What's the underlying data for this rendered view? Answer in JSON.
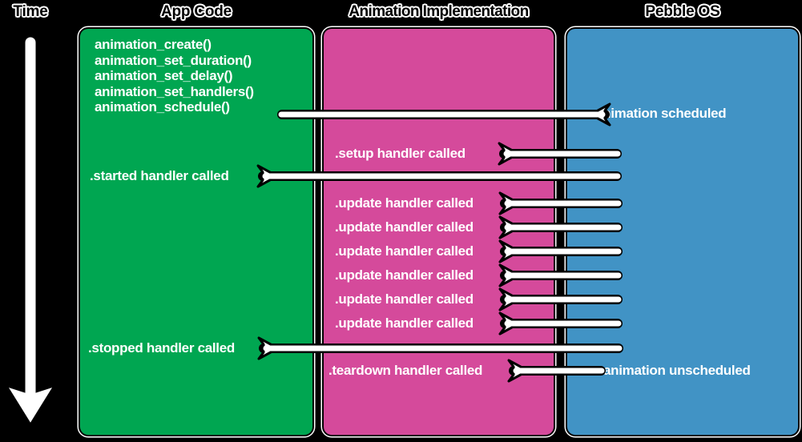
{
  "diagram": {
    "time_label": "Time",
    "columns": {
      "app_code": {
        "title": "App Code",
        "color": "#00A651"
      },
      "implementation": {
        "title": "Animation Implementation",
        "color": "#D54A9B"
      },
      "pebble_os": {
        "title": "Pebble OS",
        "color": "#4193C5"
      }
    },
    "app_code": {
      "functions": "animation_create()\nanimation_set_duration()\nanimation_set_delay()\nanimation_set_handlers()\nanimation_schedule()",
      "started_event": ".started handler called",
      "stopped_event": ".stopped handler called"
    },
    "implementation": {
      "setup_event": ".setup handler called",
      "update_events": [
        ".update handler called",
        ".update handler called",
        ".update handler called",
        ".update handler called",
        ".update handler called",
        ".update handler called"
      ],
      "teardown_event": ".teardown handler called"
    },
    "pebble_os": {
      "scheduled_event": "animation scheduled",
      "unscheduled_event": "animation unscheduled"
    },
    "arrows": [
      {
        "name": "schedule-arrow",
        "from": "app_code",
        "to": "pebble_os",
        "direction": "right"
      },
      {
        "name": "setup-arrow",
        "from": "pebble_os",
        "to": "implementation",
        "direction": "left"
      },
      {
        "name": "started-arrow",
        "from": "pebble_os",
        "to": "app_code",
        "direction": "left"
      },
      {
        "name": "update-arrow-1",
        "from": "pebble_os",
        "to": "implementation",
        "direction": "left"
      },
      {
        "name": "update-arrow-2",
        "from": "pebble_os",
        "to": "implementation",
        "direction": "left"
      },
      {
        "name": "update-arrow-3",
        "from": "pebble_os",
        "to": "implementation",
        "direction": "left"
      },
      {
        "name": "update-arrow-4",
        "from": "pebble_os",
        "to": "implementation",
        "direction": "left"
      },
      {
        "name": "update-arrow-5",
        "from": "pebble_os",
        "to": "implementation",
        "direction": "left"
      },
      {
        "name": "update-arrow-6",
        "from": "pebble_os",
        "to": "implementation",
        "direction": "left"
      },
      {
        "name": "stopped-arrow",
        "from": "pebble_os",
        "to": "app_code",
        "direction": "left"
      },
      {
        "name": "teardown-arrow",
        "from": "pebble_os",
        "to": "implementation",
        "direction": "left"
      },
      {
        "name": "time-arrow",
        "direction": "down"
      }
    ],
    "colors": {
      "background": "#000000",
      "arrow_fill": "#FFFFFF",
      "arrow_outline": "#000000",
      "label_text": "#FFFFFF"
    }
  }
}
